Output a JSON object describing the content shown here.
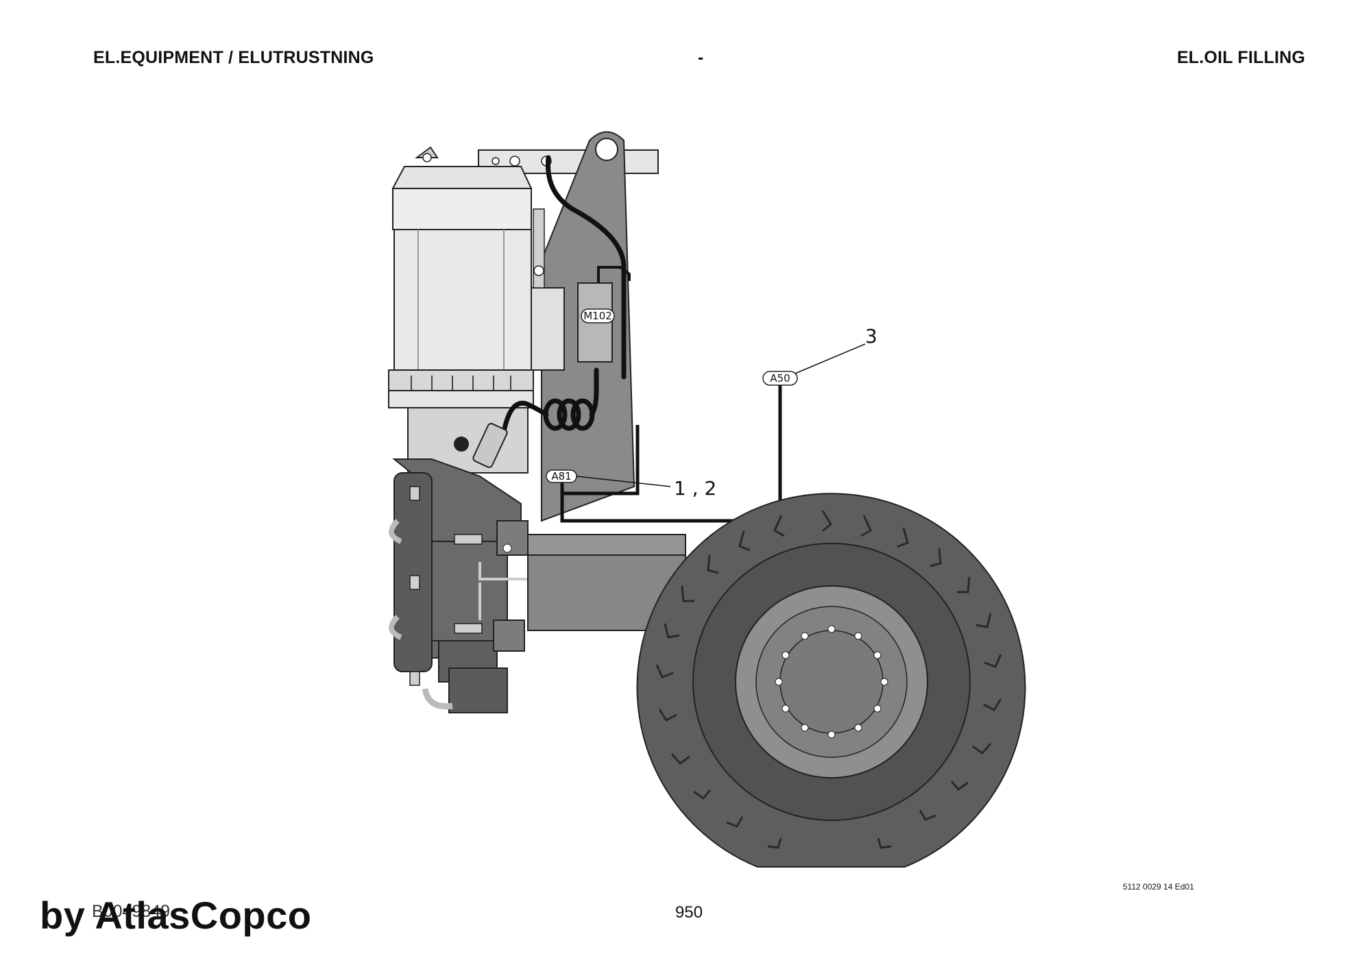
{
  "header": {
    "left": "EL.EQUIPMENT / ELUTRUSTNING",
    "center": "-",
    "right": "EL.OIL FILLING"
  },
  "drawing": {
    "components": {
      "motor_tag": "M102",
      "sensor_tag": "A81",
      "cable_tag": "A50"
    },
    "callouts": {
      "item_3": "3",
      "item_1_2": "1 , 2"
    }
  },
  "footer": {
    "document_code": "5112 0029 14 Ed01",
    "page_number": "950",
    "drawing_number": "B0049849",
    "watermark": "by AtlasCopco"
  }
}
